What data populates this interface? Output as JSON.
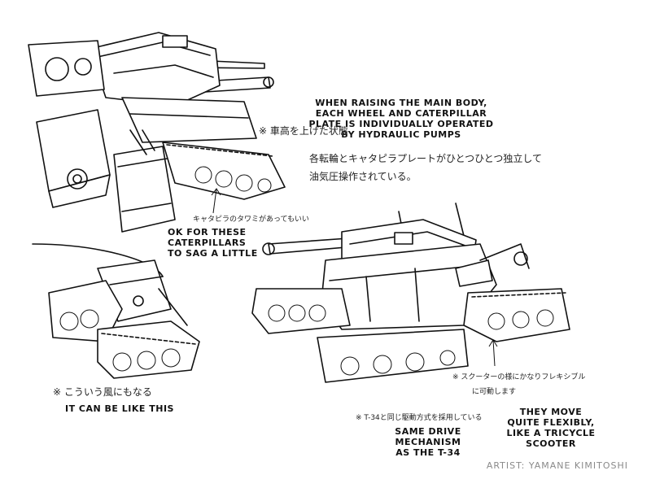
{
  "notes": {
    "raising_en": "When raising the main body,\neach wheel and caterpillar\nplate is individually operated\nby hydraulic pumps",
    "raising_label_jp": "※ 車高を上げた状態",
    "raising_jp_line1": "各転輪とキャタピラプレートがひとつひとつ独立して",
    "raising_jp_line2": "油気圧操作されている。",
    "sag_jp": "キャタピラのタワミがあってもいい",
    "sag_en": "OK for these\ncaterpillars\nto sag a little",
    "alt_jp": "※ こういう風にもなる",
    "alt_en": "It can be like this",
    "scooter_jp_line1": "※ スクーターの様にかなりフレキシブル",
    "scooter_jp_line2": "に可動します",
    "scooter_en": "They move\nquite flexibly,\nlike a tricycle\nscooter",
    "t34_jp": "※ T-34と同じ駆動方式を採用している",
    "t34_en": "Same drive mechanism\nas the T-34"
  },
  "credit": "Artist: Yamane Kimitoshi",
  "colors": {
    "ink": "#111111",
    "paper": "#ffffff",
    "credit": "#8a8a8a"
  }
}
